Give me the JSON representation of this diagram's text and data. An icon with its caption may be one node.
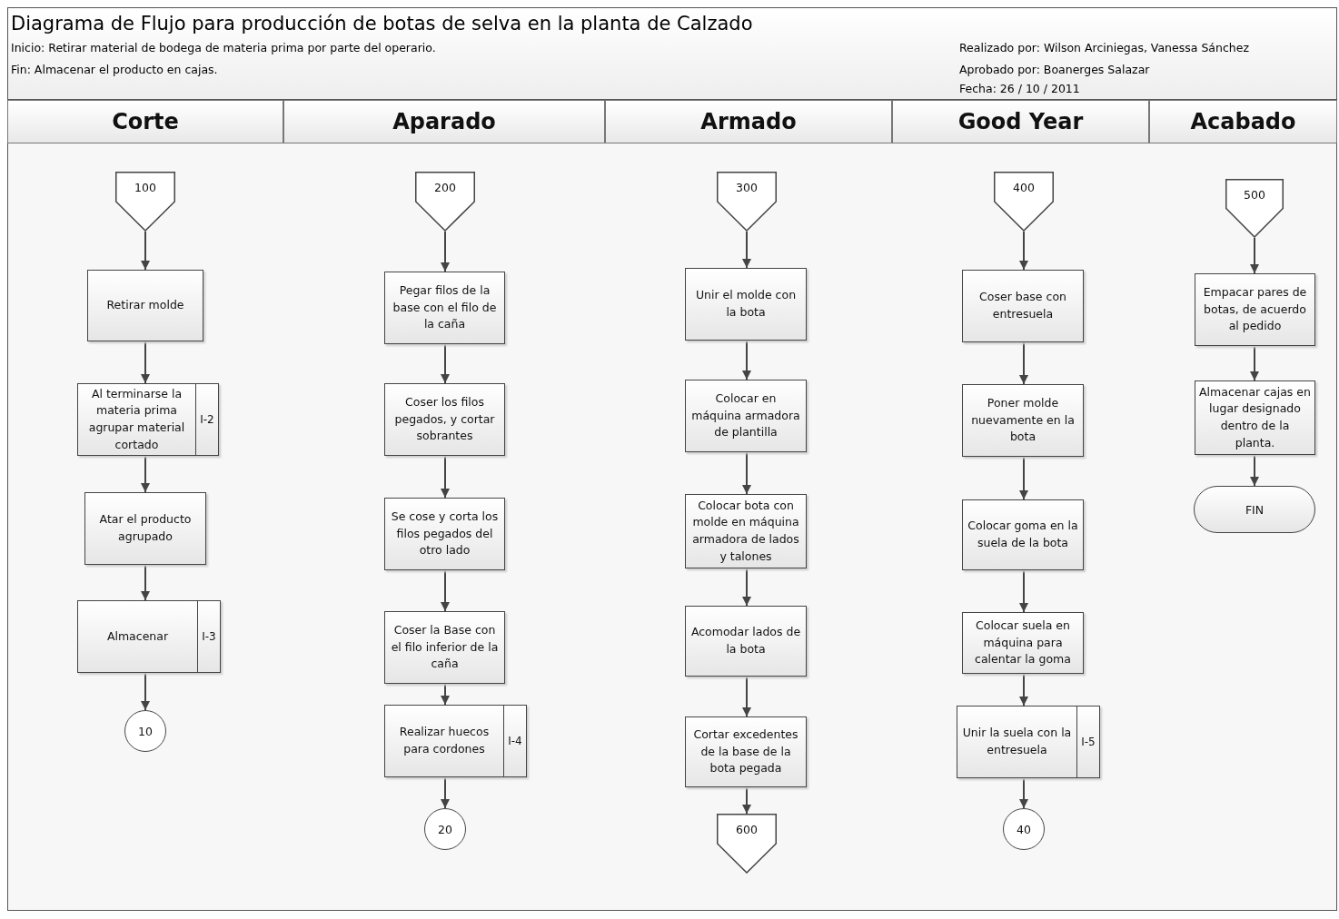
{
  "diagram": {
    "title": "Diagrama de Flujo para producción de botas de selva en la planta de Calzado",
    "nodes": [
      {
        "text": [
          "Corte"
        ]
      },
      {
        "text": [
          "Aparado"
        ]
      },
      {
        "text": [
          "Armado"
        ]
      },
      {
        "text": [
          "Good Year"
        ]
      },
      {
        "text": [
          "Acabado"
        ]
      },
      {
        "text": [
          "100"
        ]
      },
      {
        "text": [
          "Retirar molde"
        ]
      },
      {
        "text": [
          "Al terminarse la materia prima agrupar material cortado",
          "I-2"
        ]
      },
      {
        "text": [
          "Atar el producto agrupado"
        ]
      },
      {
        "text": [
          "Almacenar",
          "I-3"
        ]
      },
      {
        "text": [
          "10"
        ]
      },
      {
        "text": [
          "200"
        ]
      },
      {
        "text": [
          "Pegar filos de la base con el filo de la caña"
        ]
      },
      {
        "text": [
          "Coser los filos pegados, y cortar sobrantes"
        ]
      },
      {
        "text": [
          "Se cose y corta los filos pegados del otro lado"
        ]
      },
      {
        "text": [
          "Coser la Base con el filo inferior de la caña"
        ]
      },
      {
        "text": [
          "Realizar huecos para cordones",
          "I-4"
        ]
      },
      {
        "text": [
          "20"
        ]
      },
      {
        "text": [
          "300"
        ]
      },
      {
        "text": [
          "Unir el molde con la bota"
        ]
      },
      {
        "text": [
          "Colocar en máquina armadora de plantilla"
        ]
      },
      {
        "text": [
          "Colocar bota con molde en máquina armadora de lados y talones"
        ]
      },
      {
        "text": [
          "Acomodar lados de la bota"
        ]
      },
      {
        "text": [
          "Cortar excedentes de la base de la bota pegada"
        ]
      },
      {
        "text": [
          "600"
        ]
      },
      {
        "text": [
          "400"
        ]
      },
      {
        "text": [
          "Coser base con entresuela"
        ]
      },
      {
        "text": [
          "Poner molde nuevamente en la bota"
        ]
      },
      {
        "text": [
          "Colocar goma en la suela de la bota"
        ]
      },
      {
        "text": [
          "Colocar suela en máquina para calentar la goma"
        ]
      },
      {
        "text": [
          "Unir la suela con la entresuela",
          "I-5"
        ]
      },
      {
        "text": [
          "40"
        ]
      },
      {
        "text": [
          "500"
        ]
      },
      {
        "text": [
          "Empacar pares de botas, de acuerdo al pedido"
        ]
      },
      {
        "text": [
          "Almacenar cajas en lugar designado dentro de la planta."
        ]
      },
      {
        "text": [
          "FIN"
        ]
      }
    ],
    "edges": [
      {
        "from": 5,
        "to": 6,
        "arrow": "to"
      },
      {
        "from": 6,
        "to": 7,
        "arrow": "to"
      },
      {
        "from": 7,
        "to": 8,
        "arrow": "to"
      },
      {
        "from": 8,
        "to": 9,
        "arrow": "to"
      },
      {
        "from": 9,
        "to": 10,
        "arrow": "to"
      },
      {
        "from": 11,
        "to": 12,
        "arrow": "to"
      },
      {
        "from": 12,
        "to": 13,
        "arrow": "to"
      },
      {
        "from": 13,
        "to": 14,
        "arrow": "to"
      },
      {
        "from": 14,
        "to": 15,
        "arrow": "to"
      },
      {
        "from": 15,
        "to": 16,
        "arrow": "to"
      },
      {
        "from": 16,
        "to": 17,
        "arrow": "to"
      },
      {
        "from": 18,
        "to": 19,
        "arrow": "to"
      },
      {
        "from": 19,
        "to": 20,
        "arrow": "to"
      },
      {
        "from": 20,
        "to": 21,
        "arrow": "to"
      },
      {
        "from": 21,
        "to": 22,
        "arrow": "to"
      },
      {
        "from": 22,
        "to": 23,
        "arrow": "to"
      },
      {
        "from": 23,
        "to": 24,
        "arrow": "to"
      },
      {
        "from": 25,
        "to": 26,
        "arrow": "to"
      },
      {
        "from": 26,
        "to": 27,
        "arrow": "to"
      },
      {
        "from": 27,
        "to": 28,
        "arrow": "to"
      },
      {
        "from": 28,
        "to": 29,
        "arrow": "to"
      },
      {
        "from": 29,
        "to": 30,
        "arrow": "to"
      },
      {
        "from": 30,
        "to": 31,
        "arrow": "to"
      },
      {
        "from": 32,
        "to": 33,
        "arrow": "to"
      },
      {
        "from": 33,
        "to": 34,
        "arrow": "to"
      },
      {
        "from": 34,
        "to": 35,
        "arrow": "to"
      }
    ],
    "labels": [
      "Inicio: Retirar material de bodega de materia prima por parte del operario.",
      "Fin: Almacenar el producto en cajas.",
      "Realizado por: Wilson Arciniegas, Vanessa Sánchez",
      "Aprobado por: Boanerges Salazar",
      "Fecha: 26 / 10 / 2011"
    ]
  }
}
